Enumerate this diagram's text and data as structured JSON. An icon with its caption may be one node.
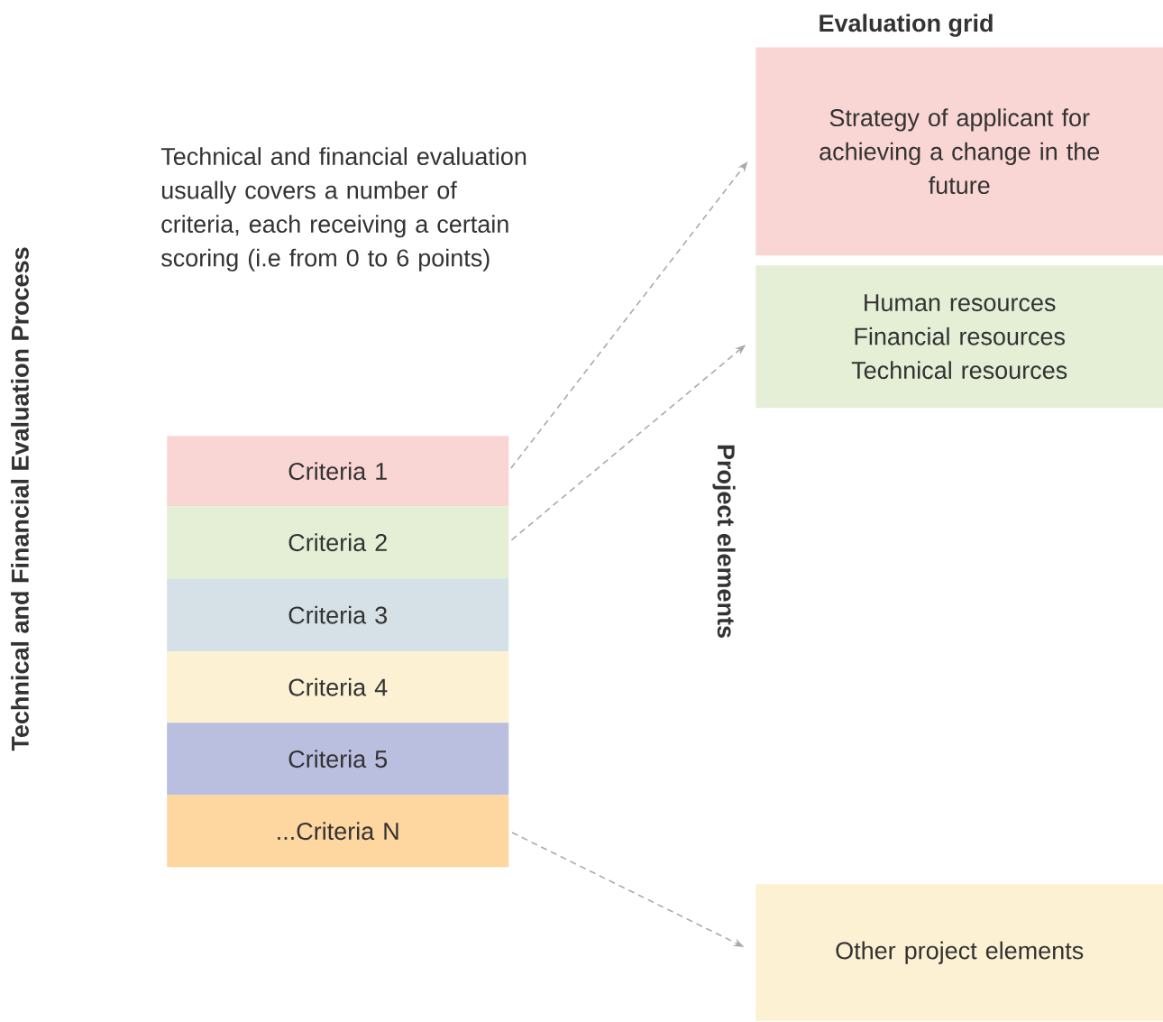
{
  "diagram": {
    "title": "Evaluation grid",
    "nodes": [
      {
        "text": [
          "Strategy of applicant for achieving a change in the future"
        ]
      },
      {
        "text": [
          "Human resources",
          "Financial resources",
          "Technical resources"
        ]
      },
      {
        "text": [
          "Other project elements"
        ]
      },
      {
        "text": [
          "Criteria 1"
        ]
      },
      {
        "text": [
          "Criteria 2"
        ]
      },
      {
        "text": [
          "Criteria 3"
        ]
      },
      {
        "text": [
          "Criteria 4"
        ]
      },
      {
        "text": [
          "Criteria 5"
        ]
      },
      {
        "text": [
          "...Criteria N"
        ]
      }
    ],
    "edges": [
      {
        "from": 3,
        "to": 0,
        "arrow": "to",
        "style": "dashed"
      },
      {
        "from": 4,
        "to": 1,
        "arrow": "to",
        "style": "dashed"
      },
      {
        "from": 8,
        "to": 2,
        "arrow": "to",
        "style": "dashed"
      }
    ],
    "labels": [
      "Technical and Financial Evaluation Process",
      "Technical and financial evaluation usually covers a number of criteria, each receiving a certain scoring (i.e from 0 to 6 points)",
      "Project elements"
    ]
  }
}
